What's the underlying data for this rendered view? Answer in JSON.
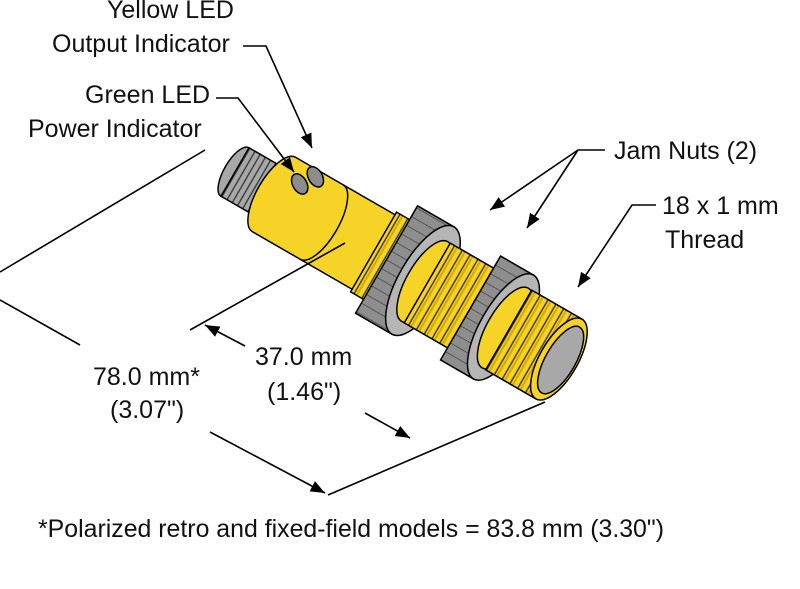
{
  "labels": {
    "yellow_led_line1": "Yellow LED",
    "yellow_led_line2": "Output Indicator",
    "green_led_line1": "Green LED",
    "green_led_line2": "Power Indicator",
    "jam_nuts": "Jam Nuts (2)",
    "thread_line1": "18 x 1 mm",
    "thread_line2": "Thread"
  },
  "dimensions": {
    "overall_mm": "78.0 mm*",
    "overall_in": "(3.07\")",
    "thread_mm": "37.0 mm",
    "thread_in": "(1.46\")"
  },
  "footnote": "*Polarized retro and fixed-field models = 83.8 mm (3.30\")",
  "colors": {
    "body": "#f5d327",
    "metal": "#a8a8a8",
    "led": "#8c8c8c"
  }
}
